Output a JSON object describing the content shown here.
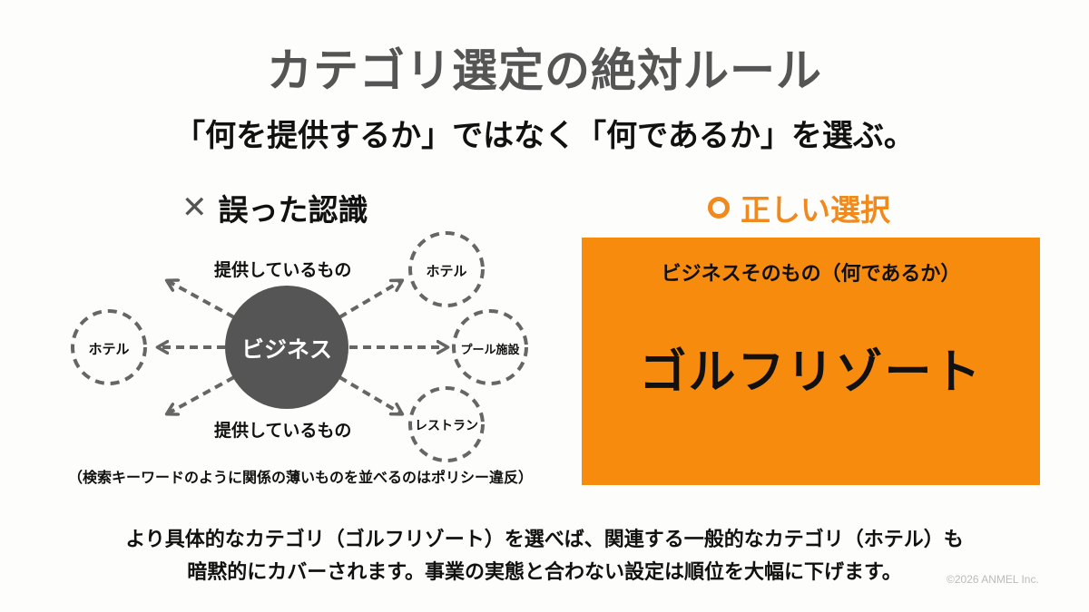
{
  "slide": {
    "title": "カテゴリ選定の絶対ルール",
    "subtitle": "「何を提供するか」ではなく「何であるか」を選ぶ。",
    "wrong": {
      "mark": "✕",
      "heading": "誤った認識",
      "center_label": "ビジネス",
      "provide_label_top": "提供しているもの",
      "provide_label_bottom": "提供しているもの",
      "nodes": {
        "left": "ホテル",
        "top_right": "ホテル",
        "right": "プール施設",
        "bottom_right": "レストラン"
      },
      "note": "（検索キーワードのように関係の薄いものを並べるのはポリシー違反）"
    },
    "right": {
      "heading": "正しい選択",
      "box_subtitle": "ビジネスそのもの（何であるか）",
      "box_main": "ゴルフリゾート"
    },
    "footer": {
      "line1": "より具体的なカテゴリ（ゴルフリゾート）を選べば、関連する一般的なカテゴリ（ホテル）も",
      "line2": "暗黙的にカバーされます。事業の実態と合わない設定は順位を大幅に下げます。"
    },
    "copyright": "©2026 ANMEL Inc."
  },
  "colors": {
    "accent_orange": "#F68B0E",
    "heading_orange": "#F08A1C",
    "center_circle": "#555555",
    "dashed_gray": "#666666",
    "title_gray": "#555555"
  }
}
